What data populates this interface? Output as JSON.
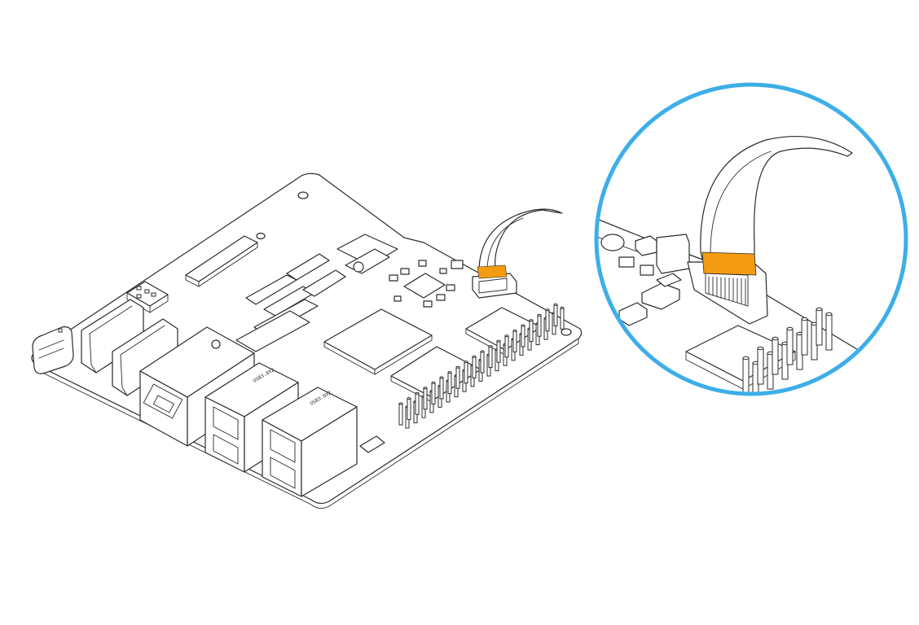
{
  "colors": {
    "line": "#2b2b2b",
    "cable_highlight": "#f39c12",
    "zoom_ring": "#3daee9",
    "background": "#ffffff"
  },
  "labels": {
    "usb_port_1": "USB3.0X2",
    "usb_port_2": "USB3.0X2"
  },
  "callout": {
    "subject": "camera-ribbon-cable-connector",
    "highlight_color": "#f39c12",
    "ring_color": "#3daee9"
  }
}
